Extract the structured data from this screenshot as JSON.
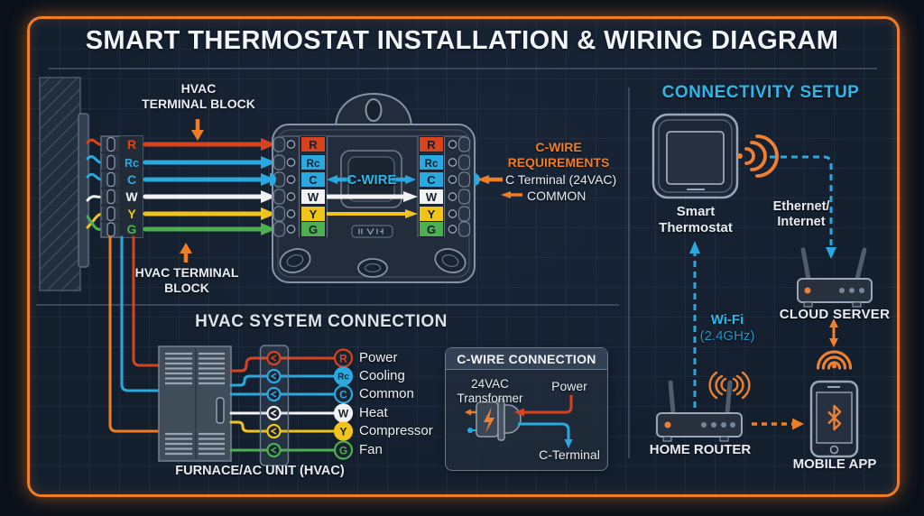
{
  "title": "SMART THERMOSTAT INSTALLATION & WIRING DIAGRAM",
  "terminals": [
    "R",
    "Rc",
    "C",
    "W",
    "Y",
    "G"
  ],
  "colors": {
    "frame_orange": "#ef7d23",
    "cyan_accent": "#2eb7ea",
    "wire_colors": {
      "R": "#d8431f",
      "Rc": "#2aa9e0",
      "C": "#2aa9e0",
      "W": "#f2f2f2",
      "Y": "#f0c419",
      "G": "#4caf50"
    }
  },
  "wiring": {
    "block_label_top": {
      "line1": "HVAC",
      "line2": "TERMINAL BLOCK"
    },
    "block_label_bottom": {
      "line1": "HVAC TERMINAL",
      "line2": "BLOCK"
    },
    "c_wire": "C-WIRE",
    "requirements": {
      "line1": "C-WIRE",
      "line2": "REQUIREMENTS",
      "item1": "C Terminal (24VAC)",
      "item2": "COMMON"
    }
  },
  "hvac": {
    "title": "HVAC SYSTEM CONNECTION",
    "unit": "FURNACE/AC UNIT (HVAC)",
    "legend": [
      {
        "code": "R",
        "label": "Power"
      },
      {
        "code": "Rc",
        "label": "Cooling"
      },
      {
        "code": "C",
        "label": "Common"
      },
      {
        "code": "W",
        "label": "Heat"
      },
      {
        "code": "Y",
        "label": "Compressor"
      },
      {
        "code": "G",
        "label": "Fan"
      }
    ]
  },
  "cwire_box": {
    "title": "C-WIRE CONNECTION",
    "transformer_line1": "24VAC",
    "transformer_line2": "Transformer",
    "power": "Power",
    "c_terminal": "C-Terminal"
  },
  "connectivity": {
    "title": "CONNECTIVITY SETUP",
    "thermostat_line1": "Smart",
    "thermostat_line2": "Thermostat",
    "ethernet_line1": "Ethernet/",
    "ethernet_line2": "Internet",
    "cloud_server": "CLOUD SERVER",
    "wifi_line1": "Wi-Fi",
    "wifi_line2": "(2.4GHz)",
    "home_router": "HOME ROUTER",
    "mobile_app": "MOBILE APP"
  }
}
